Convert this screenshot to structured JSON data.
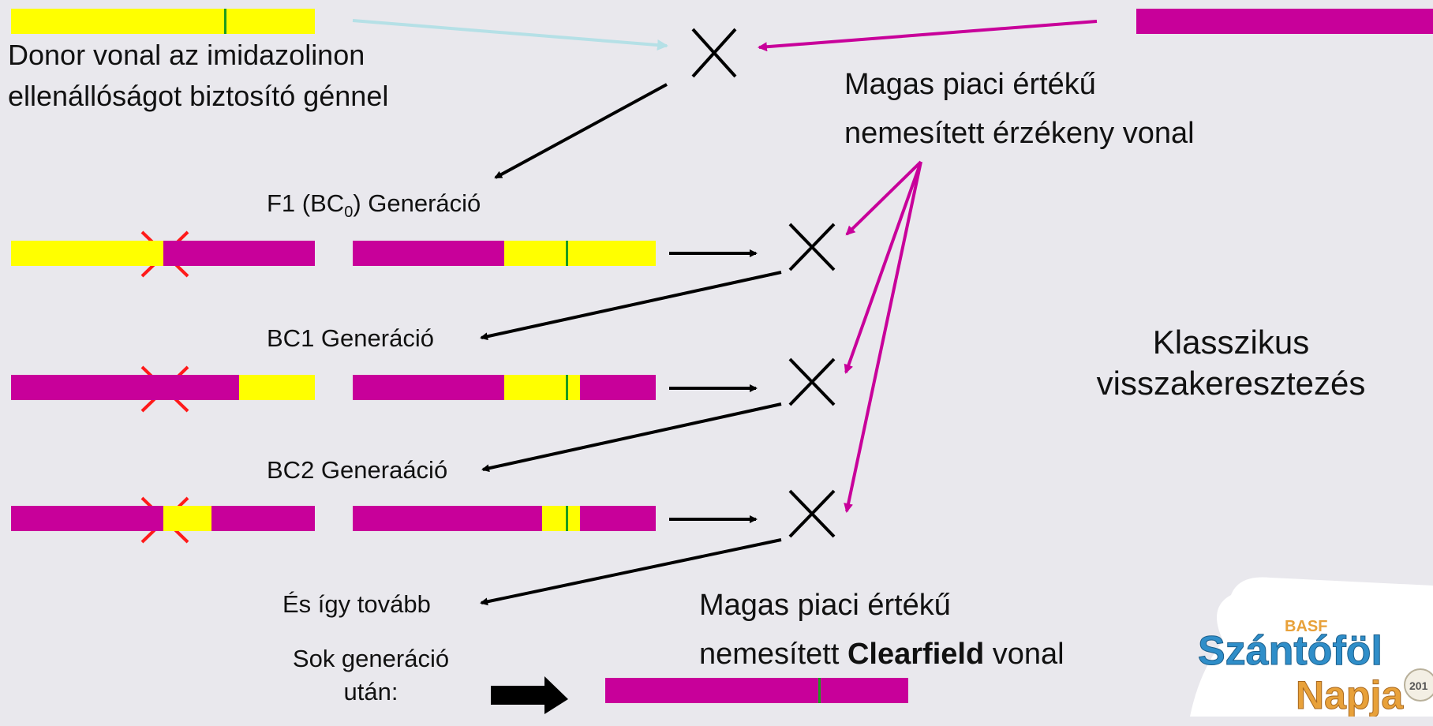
{
  "colors": {
    "recurrent": "#c8009a",
    "donor": "#ffff00",
    "gene": "#1e9b1e",
    "reject": "#ff1a1a",
    "donor_arrow": "#b5e0e6"
  },
  "labels": {
    "donor_line_1": "Donor vonal az imidazolinon",
    "donor_line_2": "ellenállóságot biztosító génnel",
    "elite_line_1": "Magas piaci értékű",
    "elite_line_2": "nemesített érzékeny vonal",
    "f1_prefix": "F1 (BC",
    "f1_sub": "0",
    "f1_suffix": ") Generáció",
    "bc1": "BC1 Generáció",
    "bc2": "BC2 Generaáció",
    "and_so_on": "És így tovább",
    "many_gen_1": "Sok generáció",
    "many_gen_2": "után:",
    "final_1": "Magas piaci értékű",
    "final_2_prefix": "nemesített ",
    "final_2_bold": "Clearfield",
    "final_2_suffix": " vonal",
    "title_1": "Klasszikus",
    "title_2": "visszakeresztezés"
  },
  "cross_symbol": "×",
  "logo": {
    "brand": "BASF",
    "word_1": "Szántóföl",
    "word_2": "Napja",
    "year": "201"
  }
}
